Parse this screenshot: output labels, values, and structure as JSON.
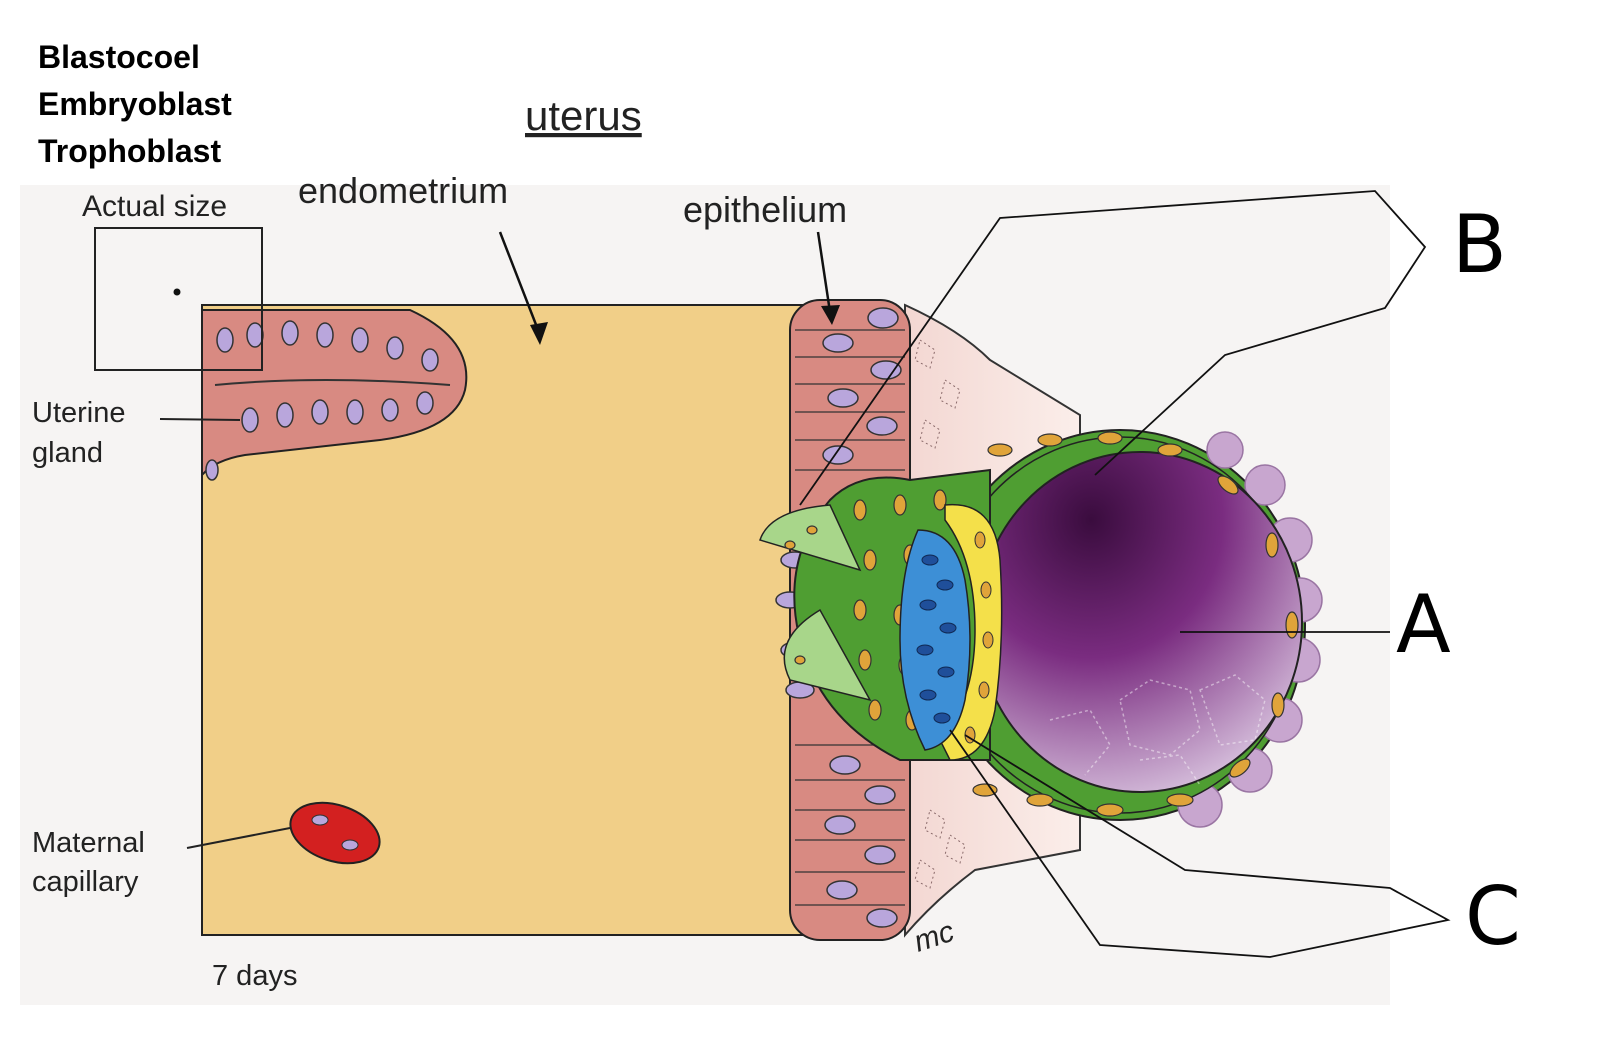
{
  "word_bank": [
    "Blastocoel",
    "Embryoblast",
    "Trophoblast"
  ],
  "labels": {
    "uterus": "uterus",
    "endometrium": "endometrium",
    "epithelium": "epithelium",
    "actual_size": "Actual size",
    "uterine_gland_1": "Uterine",
    "uterine_gland_2": "gland",
    "maternal_capillary_1": "Maternal",
    "maternal_capillary_2": "capillary",
    "days": "7 days",
    "signature": "mc"
  },
  "letters": {
    "a": "A",
    "b": "B",
    "c": "C"
  },
  "colors": {
    "endometrium": "#f1cf88",
    "epithelium_cell": "#d88a82",
    "nucleus": "#b9a6dc",
    "trophoblast_green": "#4f9e32",
    "syncytium_light": "#a8d68a",
    "embryoblast_blue": "#3d8fd6",
    "hypoblast_yellow": "#f4e04a",
    "blastocoel_purple": "#6a2470",
    "capillary_red": "#d32020"
  }
}
